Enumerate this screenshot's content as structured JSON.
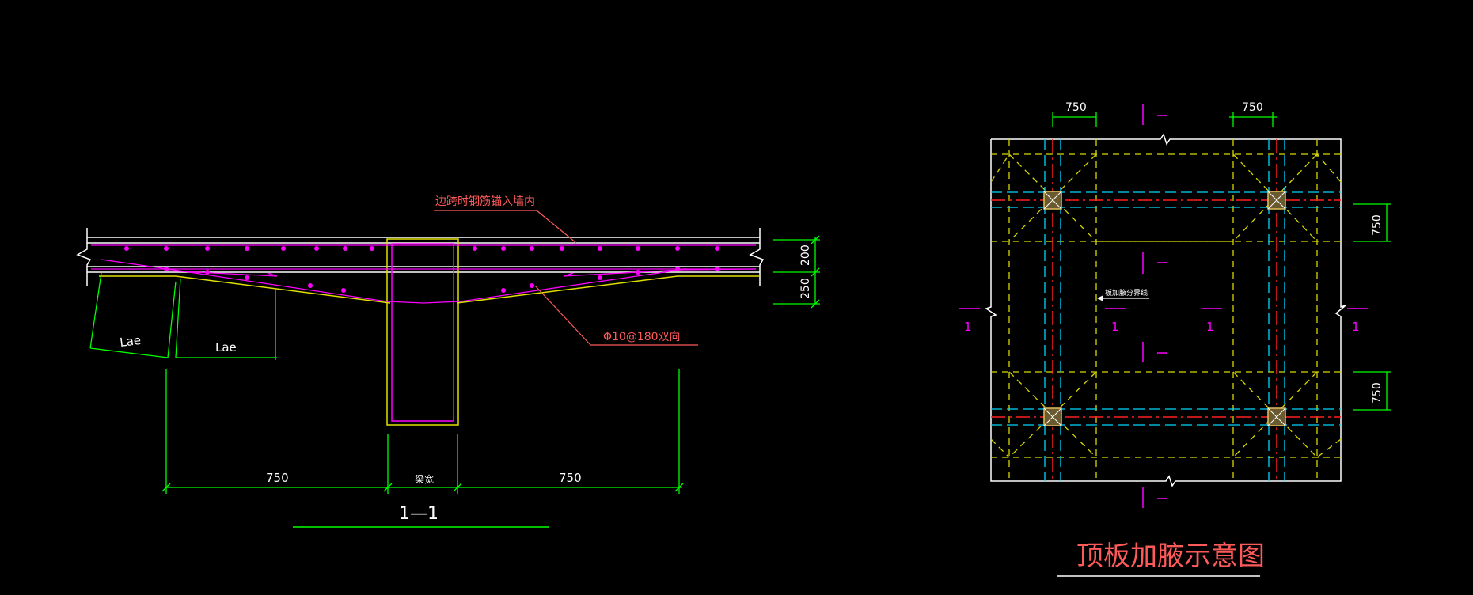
{
  "section": {
    "title": "1—1",
    "annotation_top": "边跨时钢筋锚入墙内",
    "annotation_rebar": "Φ10@180双向",
    "dim_left": "750",
    "dim_center": "梁宽",
    "dim_right": "750",
    "dim_thickness_top": "200",
    "dim_thickness_bottom": "250",
    "lae_left": "Lae",
    "lae_right": "Lae"
  },
  "plan": {
    "title": "顶板加腋示意图",
    "dim_top_left": "750",
    "dim_top_right": "750",
    "dim_right_top": "750",
    "dim_right_bottom": "750",
    "section_mark": "1",
    "inner_note": "板加腋分界线"
  },
  "colors": {
    "background": "#000000",
    "concrete_line": "#ffffff",
    "haunch_line": "#ffff00",
    "rebar": "#ff00ff",
    "dimension": "#00ff00",
    "leader": "#ff5a5a",
    "grid_red": "#ff0000",
    "grid_cyan": "#00ffff"
  }
}
